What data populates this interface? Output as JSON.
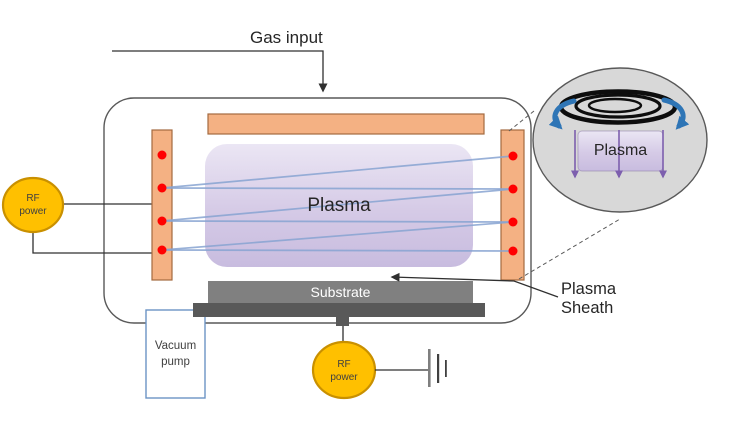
{
  "labels": {
    "gas_input": "Gas input",
    "plasma_main": "Plasma",
    "substrate": "Substrate",
    "plasma_inset": "Plasma"
  },
  "plasma_sheath": {
    "line1": "Plasma",
    "line2": "Sheath"
  },
  "rf_power_left": {
    "line1": "RF",
    "line2": "power"
  },
  "rf_power_bottom": {
    "line1": "RF",
    "line2": "power"
  },
  "vacuum_pump": {
    "line1": "Vacuum",
    "line2": "pump"
  },
  "colors": {
    "line_black": "#303030",
    "chamber_outline": "#595959",
    "electrode_fill": "#F4B183",
    "electrode_border": "#A36A3F",
    "electrode_dot_red": "#FF0000",
    "plasma_gradient_top": "#EBE6F4",
    "plasma_gradient_mid": "#D5CAE6",
    "plasma_gradient_bottom": "#C8BCDF",
    "coil_wire_blue": "#87A3D1",
    "substrate_top_gray": "#808080",
    "substrate_bottom_gray": "#595959",
    "rf_power_fill": "#FFC000",
    "rf_power_border": "#C99000",
    "vacuum_pump_border": "#6B93C4",
    "inset_circle_fill": "#D8D8D8",
    "inset_coil_black": "#0D0D0D",
    "inset_arrow_blue": "#2E75B6",
    "inset_arrow_purple": "#7D5FAE"
  }
}
